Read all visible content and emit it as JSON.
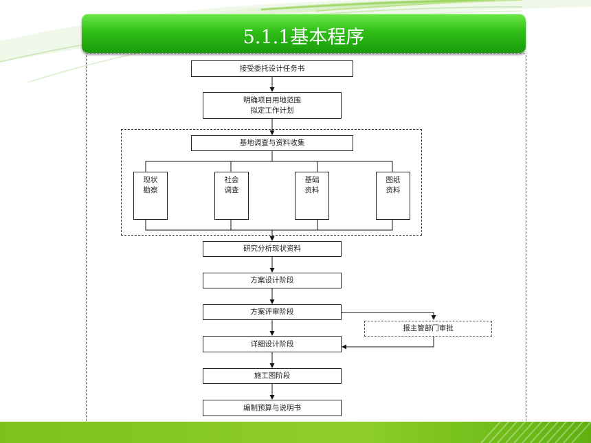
{
  "title": "5.1.1基本程序",
  "flow": {
    "step1": "接受委托设计任务书",
    "step2": "明确项目用地范围\n拟定工作计划",
    "step3": "基地调查与资料收集",
    "sub1": "现状\n勘察",
    "sub2": "社会\n调查",
    "sub3": "基础\n资料",
    "sub4": "图纸\n资料",
    "step4": "研究分析现状资料",
    "step5": "方案设计阶段",
    "step6": "方案评审阶段",
    "side": "报主管部门审批",
    "step7": "详细设计阶段",
    "step8": "施工图阶段",
    "step9": "编制预算与说明书"
  },
  "colors": {
    "title_bar": "#2fbf17",
    "accent_green": "#7dc11c"
  }
}
